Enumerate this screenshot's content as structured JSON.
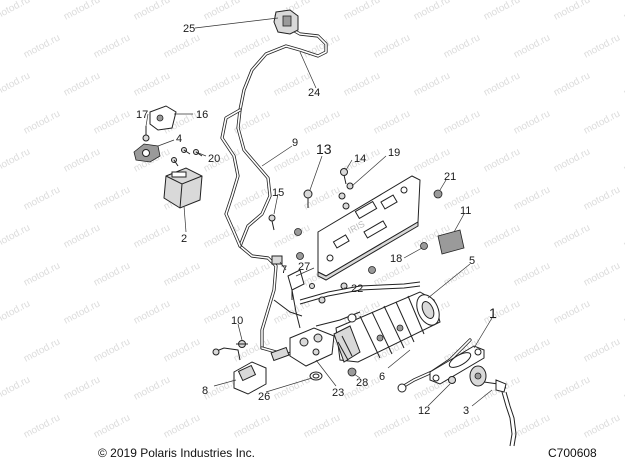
{
  "diagram": {
    "callouts": [
      "25",
      "24",
      "17",
      "16",
      "4",
      "20",
      "9",
      "13",
      "14",
      "19",
      "21",
      "15",
      "2",
      "11",
      "18",
      "27",
      "7",
      "5",
      "22",
      "10",
      "1",
      "6",
      "28",
      "8",
      "23",
      "26",
      "12",
      "3"
    ],
    "watermark": "motod.ru"
  },
  "footer": {
    "copyright": "© 2019 Polaris Industries Inc.",
    "code": "C700608"
  }
}
